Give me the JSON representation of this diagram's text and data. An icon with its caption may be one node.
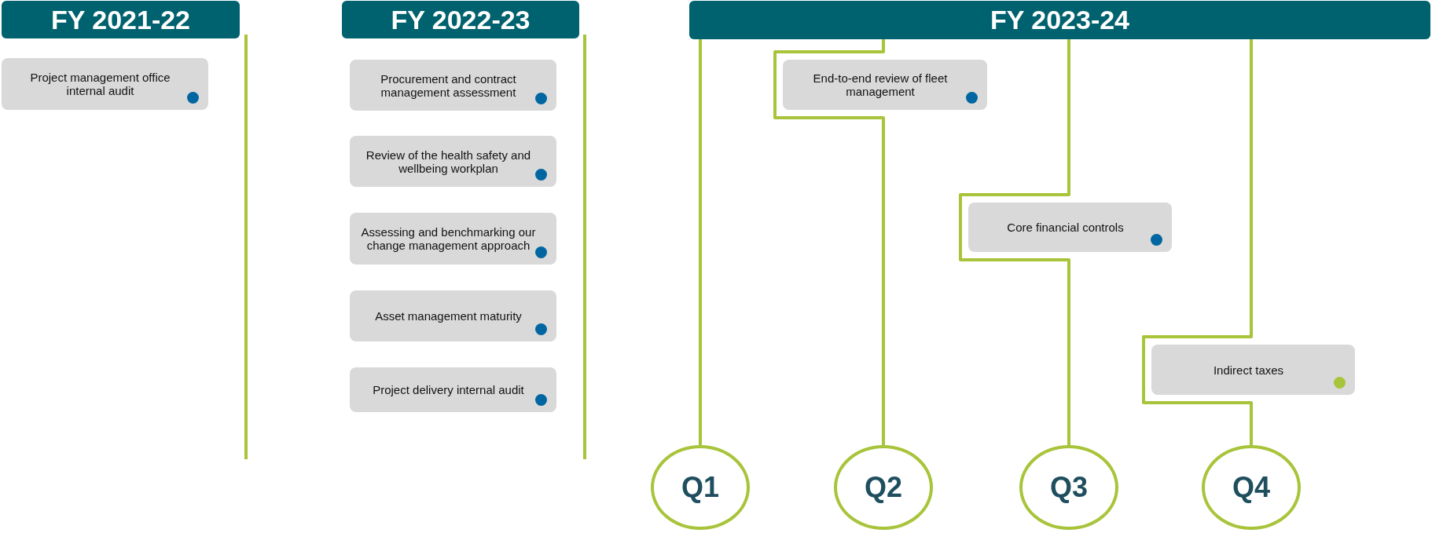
{
  "diagram": {
    "nodes": [
      {
        "text": [
          "FY 2021-22"
        ]
      },
      {
        "text": [
          "Project management office internal audit"
        ]
      },
      {
        "text": [
          "FY 2022-23"
        ]
      },
      {
        "text": [
          "Procurement and contract management assessment"
        ]
      },
      {
        "text": [
          "Review of the health safety and wellbeing workplan"
        ]
      },
      {
        "text": [
          "Assessing and benchmarking our change management approach"
        ]
      },
      {
        "text": [
          "Asset management maturity"
        ]
      },
      {
        "text": [
          "Project delivery internal audit"
        ]
      },
      {
        "text": [
          "FY 2023-24"
        ]
      },
      {
        "text": [
          "End-to-end review of fleet management"
        ]
      },
      {
        "text": [
          "Core financial controls"
        ]
      },
      {
        "text": [
          "Indirect taxes"
        ]
      },
      {
        "text": [
          "Q1"
        ]
      },
      {
        "text": [
          "Q2"
        ]
      },
      {
        "text": [
          "Q3"
        ]
      },
      {
        "text": [
          "Q4"
        ]
      }
    ],
    "edges": [
      {
        "from": 8,
        "to": 12,
        "arrow": "none"
      },
      {
        "from": 8,
        "to": 13,
        "arrow": "none"
      },
      {
        "from": 8,
        "to": 14,
        "arrow": "none"
      },
      {
        "from": 8,
        "to": 15,
        "arrow": "none"
      }
    ]
  }
}
